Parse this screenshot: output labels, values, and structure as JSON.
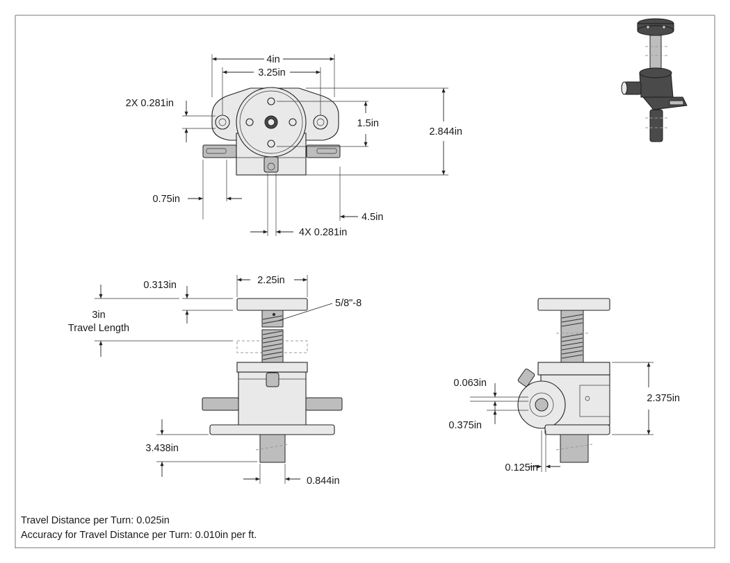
{
  "dimensions": {
    "top_overall_width": "4in",
    "top_hole_spacing": "3.25in",
    "top_mount_hole": "2X 0.281in",
    "top_vertical_offset": "1.5in",
    "top_overall_height": "2.844in",
    "top_flange_offset": "0.75in",
    "top_base_width": "4.5in",
    "top_bottom_holes": "4X 0.281in",
    "front_top_plate_width": "2.25in",
    "front_top_plate_thickness": "0.313in",
    "front_travel_value": "3in",
    "front_travel_label": "Travel Length",
    "front_thread_spec": "5/8\"-8",
    "front_base_to_bottom": "3.438in",
    "front_shaft_diameter": "0.844in",
    "side_offset_small": "0.063in",
    "side_input_diameter": "0.375in",
    "side_height": "2.375in",
    "side_offset_bottom": "0.125in"
  },
  "notes": {
    "travel_per_turn": "Travel Distance per Turn: 0.025in",
    "accuracy": "Accuracy for Travel Distance per Turn: 0.010in per ft."
  },
  "colors": {
    "line": "#222222",
    "part_fill": "#e9e9e9",
    "dark_fill": "#4a4a4a",
    "frame": "#777777"
  }
}
